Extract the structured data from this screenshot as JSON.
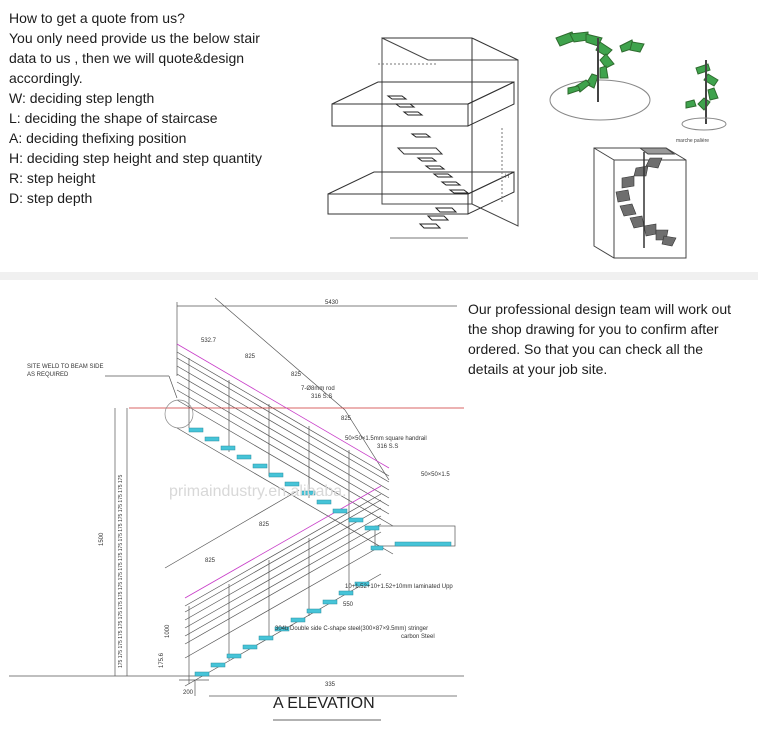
{
  "intro": {
    "lines": [
      "How to get a quote from us?",
      "You only need provide us the below stair",
      "data to us , then we will quote&design",
      "accordingly.",
      "W: deciding step length",
      "L: deciding the shape of staircase",
      "A: deciding thefixing position",
      "H: deciding step height and step quantity",
      "R: step height",
      "D: step depth"
    ]
  },
  "spiral_label": "marche palière",
  "design_note": {
    "lines": [
      "Our professional design team will work out",
      "the shop drawing for you to confirm after",
      "ordered. So that you can check all the",
      "details at your job site."
    ]
  },
  "elevation": {
    "title": "A ELEVATION",
    "watermark": "primaindustry.en.alibaba.",
    "labels": {
      "weld_1": "SITE WELD TO BEAM SIDE",
      "weld_2": "AS REQUIRED",
      "top_dim": "5430",
      "d_5327": "532.7",
      "d_825": "825",
      "rod_1": "7-Ø8mm rod",
      "rod_2": "316 S.S",
      "handrail_1": "50×50×1.5mm square handrail",
      "handrail_2": "316 S.S",
      "side_50": "50×50×1.5",
      "laminated": "10+1.52+10+1.52+10mm laminated Upp",
      "d_550": "550",
      "stringer_1": "304b Double side C-shape steel(300×87×9.5mm) stringer",
      "stringer_2": "carbon Steel",
      "d_1500": "1500",
      "d_1000": "1000",
      "d_175": "175.6",
      "d_200": "200",
      "d_335": "335",
      "height_dims": "175 175 175 175 175 175 175 175 175 175 175 175 175 175 175 175 175 175 175 175"
    }
  }
}
